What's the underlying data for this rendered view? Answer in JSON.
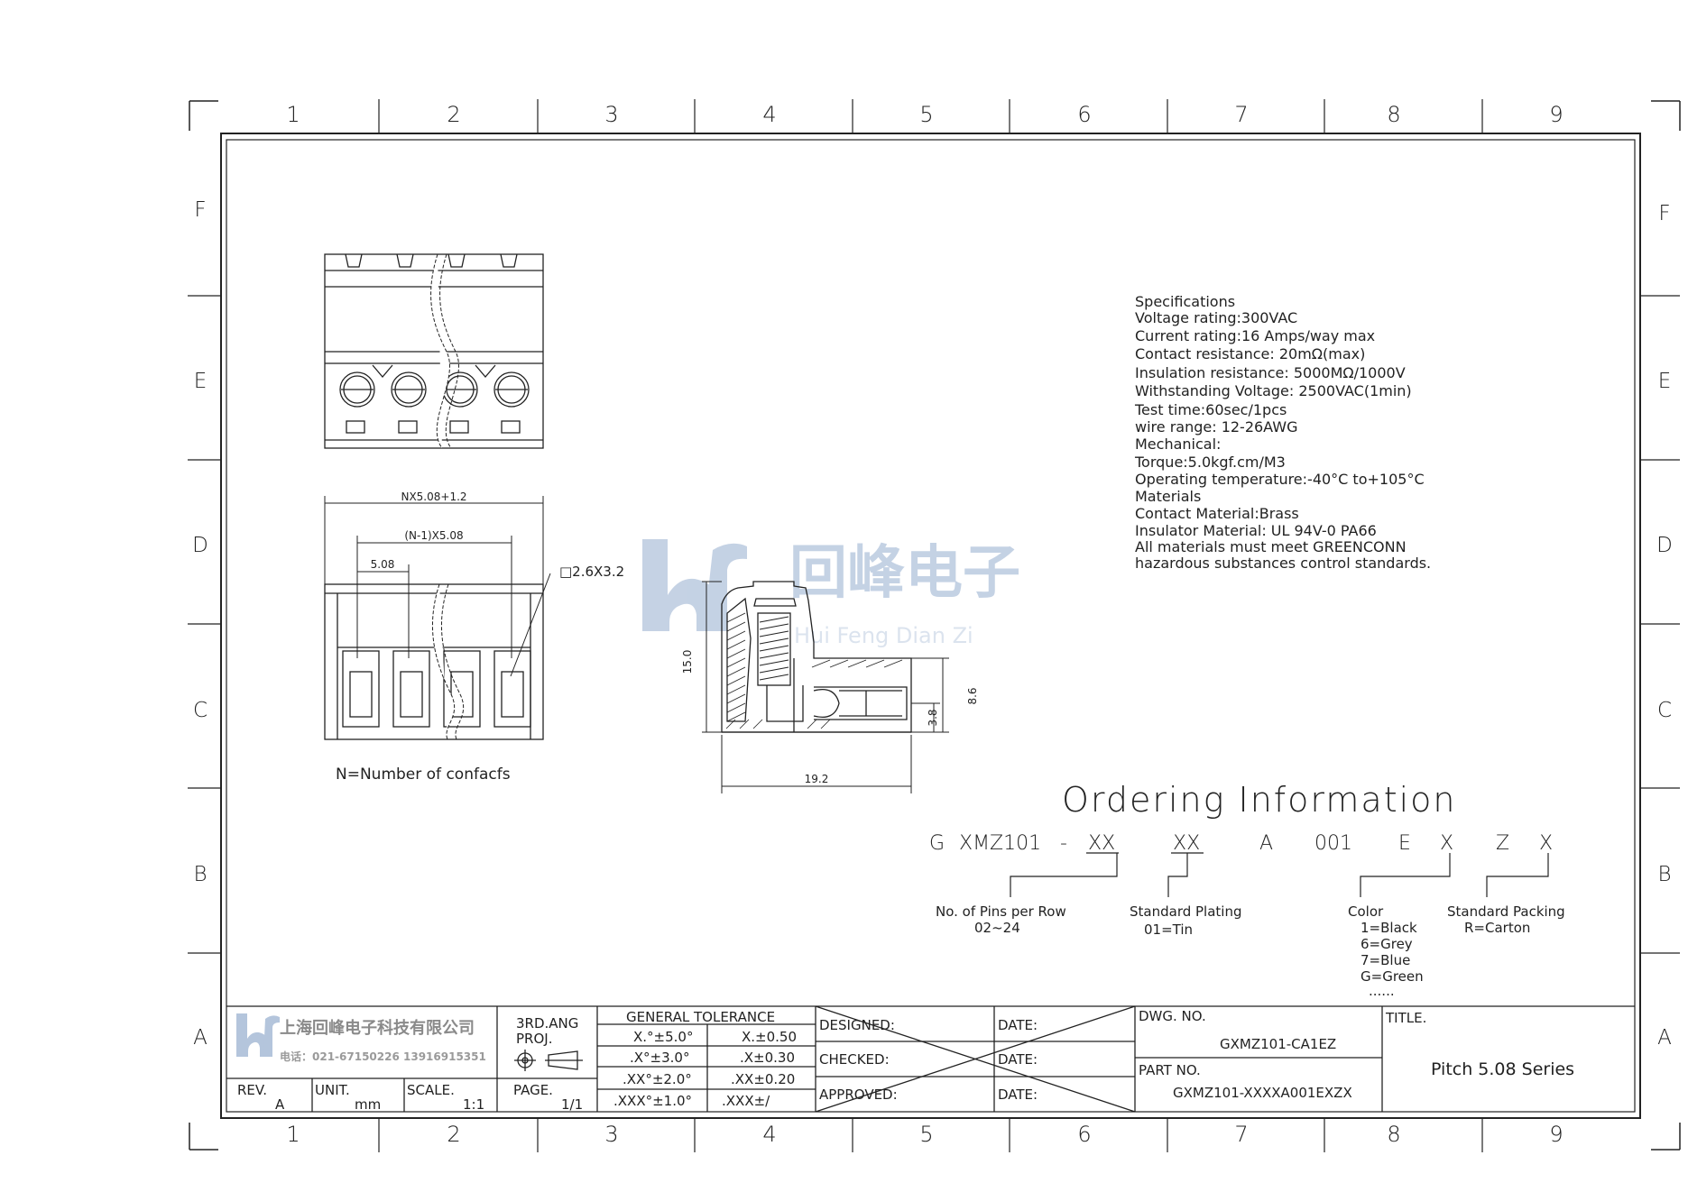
{
  "grid": {
    "columns": [
      "1",
      "2",
      "3",
      "4",
      "5",
      "6",
      "7",
      "8",
      "9"
    ],
    "rows": [
      "F",
      "E",
      "D",
      "C",
      "B",
      "A"
    ]
  },
  "watermark": {
    "logo_text": "hf",
    "chinese": "回峰电子",
    "pinyin": "Hui Feng Dian Zi"
  },
  "specifications": [
    "Specifications",
    "Voltage  rating:300VAC",
    "Current  rating:16  Amps/way  max",
    "Contact  resistance:  20mΩ(max)",
    "Insulation  resistance:  5000MΩ/1000V",
    "Withstanding  Voltage:  2500VAC(1min)",
    "Test  time:60sec/1pcs",
    "wire  range:  12-26AWG",
    "Mechanical:",
    "Torque:5.0kgf.cm/M3",
    "Operating  temperature:-40°C  to+105°C",
    "Materials",
    "Contact  Material:Brass",
    "Insulator  Material:  UL  94V-0  PA66",
    "All  materials  must  meet  GREENCONN",
    "hazardous  substances  control  standards."
  ],
  "dimensions": {
    "overall_width": "NX5.08+1.2",
    "pitch_span": "(N-1)X5.08",
    "pitch": "5.08",
    "pin_size": "□2.6X3.2",
    "height": "15.0",
    "depth": "19.2",
    "pin_height": "8.6",
    "pin_offset": "3.8",
    "note": "N=Number  of  confacfs"
  },
  "ordering": {
    "title": "Ordering  Information",
    "code_parts": [
      "G",
      "XMZ101",
      "-",
      "XX",
      "XX",
      "A",
      "001",
      "E",
      "X",
      "Z",
      "X"
    ],
    "pins_label": "No.  of  Pins  per  Row",
    "pins_range": "02~24",
    "plating_label": "Standard  Plating",
    "plating_value": "01=Tin",
    "color_label": "Color",
    "color_options": [
      "1=Black",
      "6=Grey",
      "7=Blue",
      "G=Green",
      "......"
    ],
    "packing_label": "Standard  Packing",
    "packing_value": "R=Carton"
  },
  "title_block": {
    "company": "上海回峰电子科技有限公司",
    "company_phone": "电话：021-67150226   13916915351",
    "projection": "3RD.ANG",
    "projection2": "PROJ.",
    "tolerance_title": "GENERAL  TOLERANCE",
    "tol_rows": [
      [
        "X.°±5.0°",
        "X.±0.50"
      ],
      [
        ".X°±3.0°",
        ".X±0.30"
      ],
      [
        ".XX°±2.0°",
        ".XX±0.20"
      ],
      [
        ".XXX°±1.0°",
        ".XXX±/"
      ]
    ],
    "designed": "DESIGNED:",
    "checked": "CHECKED:",
    "approved": "APPROVED:",
    "date": "DATE:",
    "dwg_no_label": "DWG.  NO.",
    "dwg_no": "GXMZ101-CA1EZ",
    "part_no_label": "PART  NO.",
    "part_no": "GXMZ101-XXXXA001EXZX",
    "title_label": "TITLE.",
    "title": "Pitch  5.08  Series",
    "rev_label": "REV.",
    "rev": "A",
    "unit_label": "UNIT.",
    "unit": "mm",
    "scale_label": "SCALE.",
    "scale": "1:1",
    "page_label": "PAGE.",
    "page": "1/1"
  }
}
